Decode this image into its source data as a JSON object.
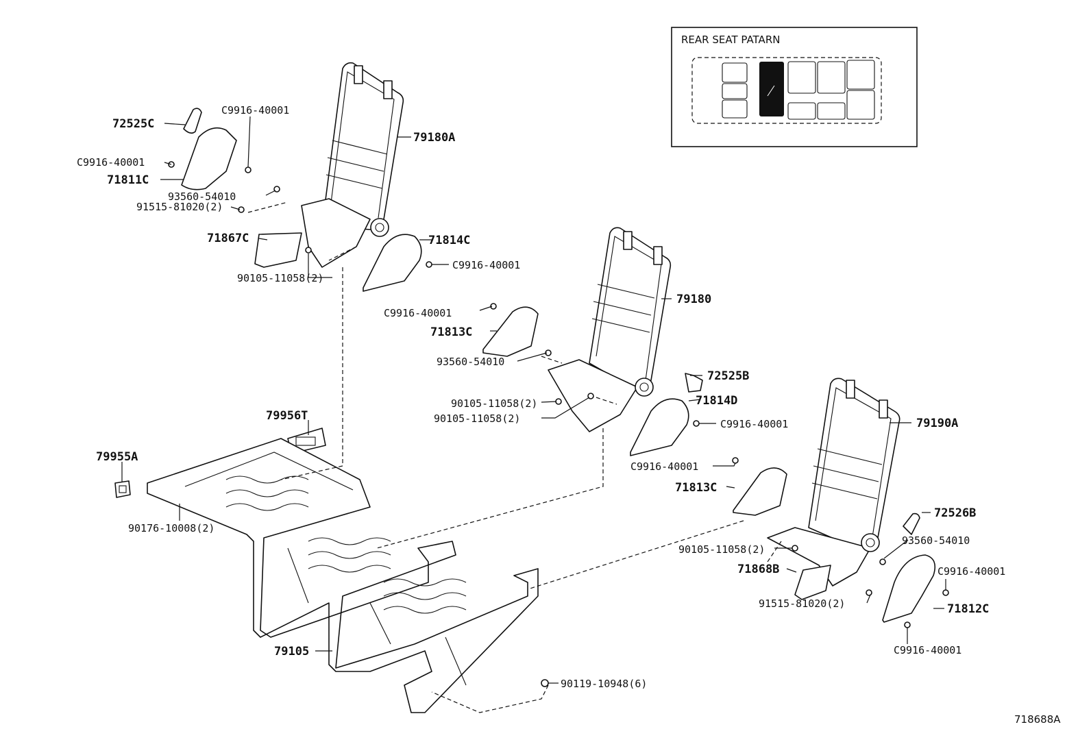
{
  "pattern_box": {
    "title": "REAR SEAT PATARN"
  },
  "figure_id": "718688A",
  "labels": {
    "l72525C": "72525C",
    "lC9916_1": "C9916-40001",
    "l79180A": "79180A",
    "lC9916_2": "C9916-40001",
    "l71811C": "71811C",
    "l93560_1": "93560-54010",
    "l91515_1": "91515-81020(2)",
    "l71867C": "71867C",
    "l71814C": "71814C",
    "lC9916_3": "C9916-40001",
    "l90105_1": "90105-11058(2)",
    "lC9916_4": "C9916-40001",
    "l71813C_1": "71813C",
    "l79180": "79180",
    "l93560_2": "93560-54010",
    "l72525B": "72525B",
    "l90105_2": "90105-11058(2)",
    "l90105_3": "90105-11058(2)",
    "l71814D": "71814D",
    "lC9916_5": "C9916-40001",
    "l79956T": "79956T",
    "l79955A": "79955A",
    "l79190A": "79190A",
    "lC9916_6": "C9916-40001",
    "l71813C_2": "71813C",
    "l90176": "90176-10008(2)",
    "l72526B": "72526B",
    "l93560_3": "93560-54010",
    "l90105_4": "90105-11058(2)",
    "l71868B": "71868B",
    "lC9916_7": "C9916-40001",
    "l91515_2": "91515-81020(2)",
    "l71812C": "71812C",
    "lC9916_8": "C9916-40001",
    "l79105": "79105",
    "l90119": "90119-10948(6)"
  }
}
